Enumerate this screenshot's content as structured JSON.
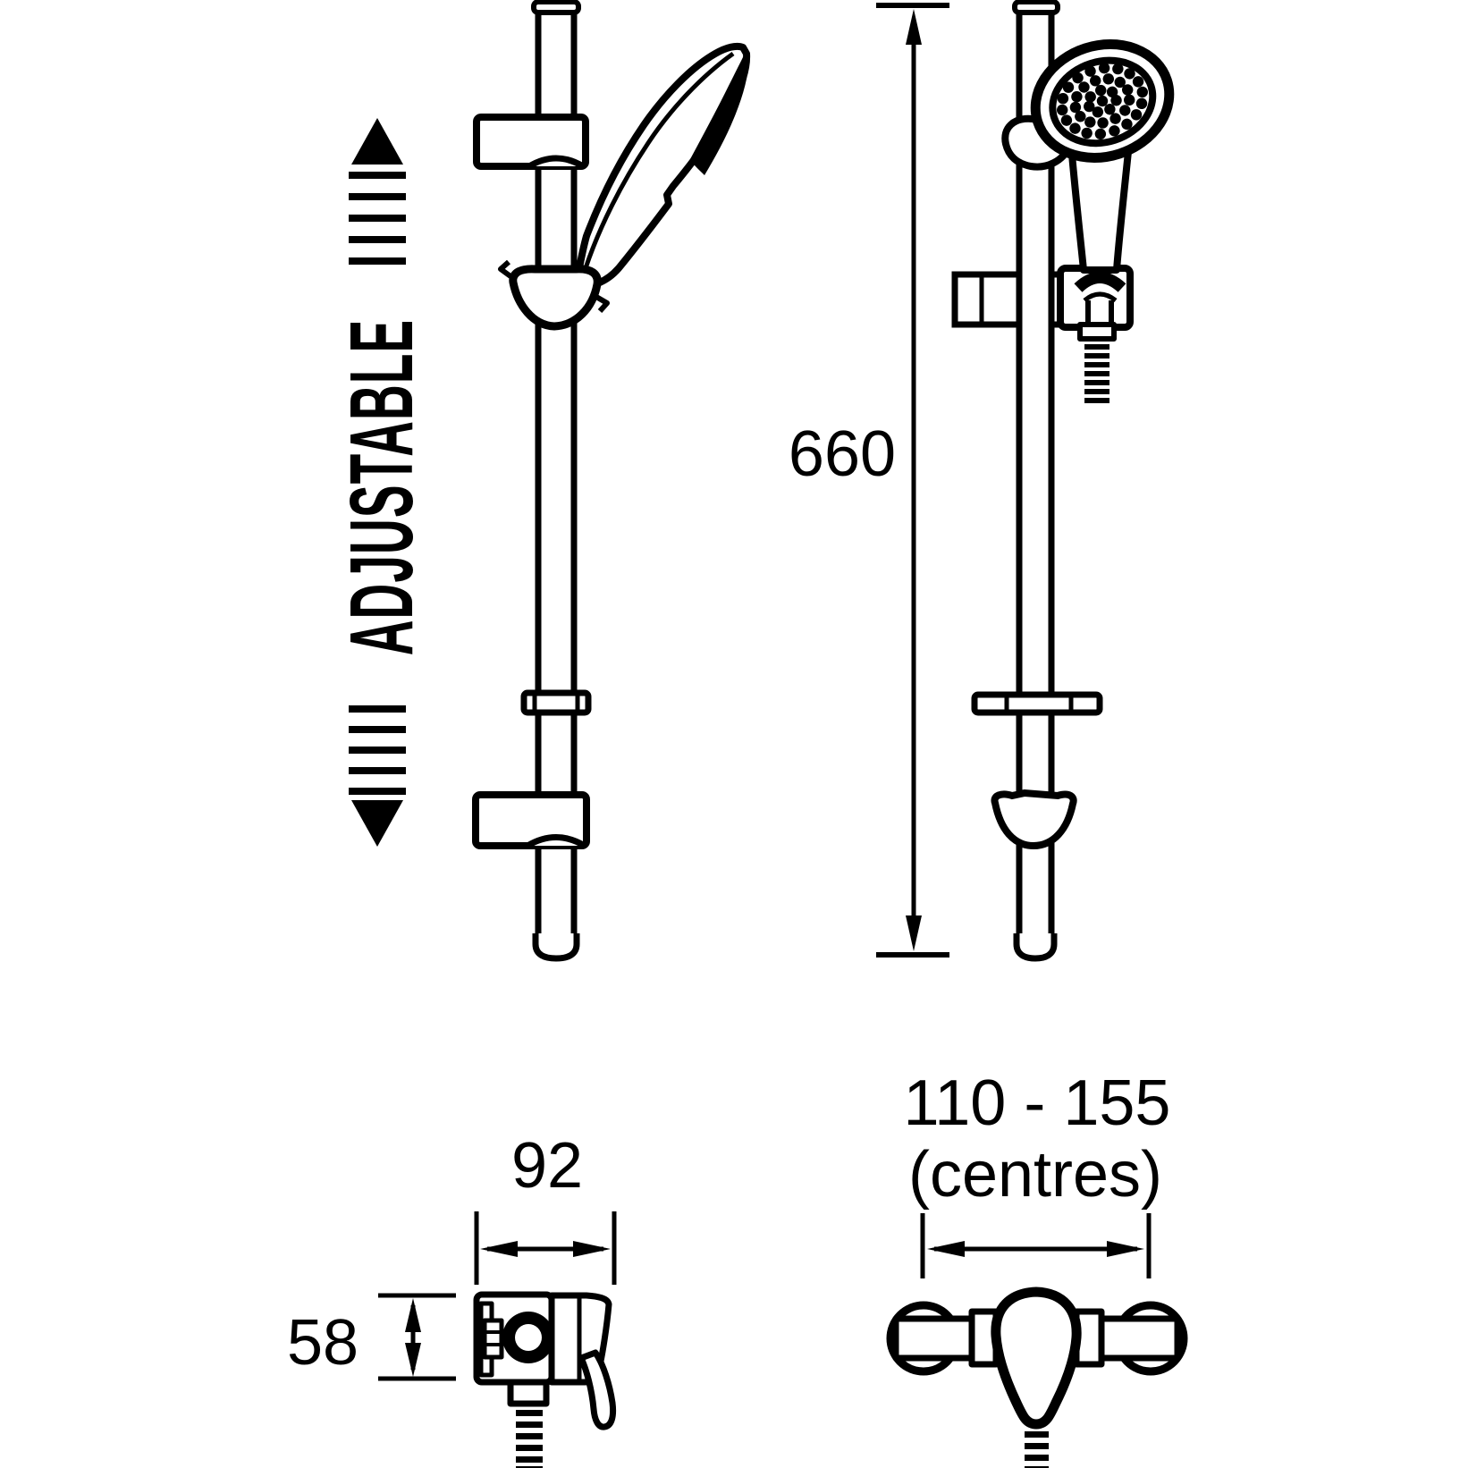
{
  "page": {
    "background": "#ffffff",
    "line_color": "#000000",
    "description": "Technical line drawing of shower riser rail kit and valve with dimensions"
  },
  "labels": {
    "adjustable": "ADJUSTABLE",
    "rail_length": "660",
    "valve_width": "92",
    "valve_height": "58",
    "fixing_centres": "110 - 155",
    "fixing_centres_note": "(centres)"
  }
}
